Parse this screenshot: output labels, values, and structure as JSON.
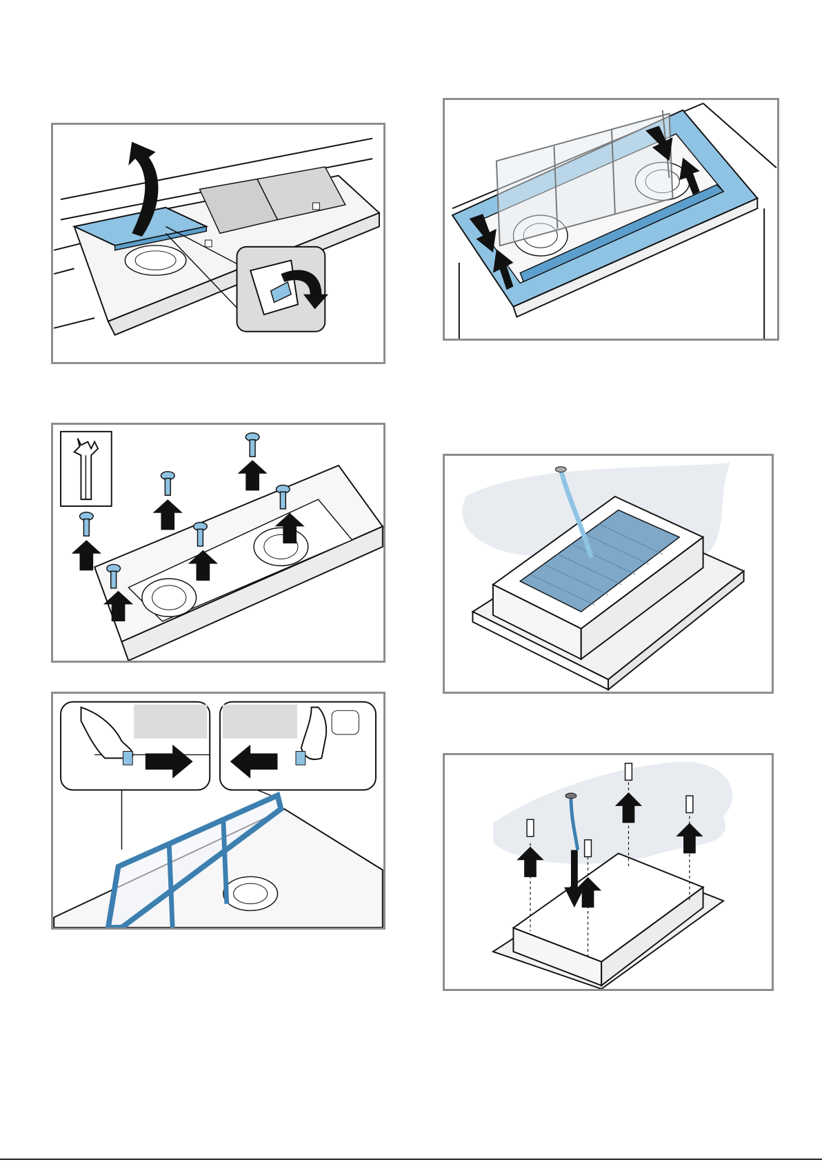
{
  "page": {
    "title": ""
  },
  "figures": [
    {
      "id": "fig-1",
      "subject": "lift-filter-cover",
      "icons": [
        "curved-arrow-up",
        "rotate-arrow"
      ]
    },
    {
      "id": "fig-2",
      "subject": "frame-slide-rails",
      "icons": [
        "arrow-down",
        "arrow-up"
      ]
    },
    {
      "id": "fig-3",
      "subject": "remove-screws-torx",
      "icons": [
        "torx-screwdriver",
        "screw",
        "arrow-up"
      ]
    },
    {
      "id": "fig-4",
      "subject": "unit-with-cable",
      "icons": [
        "cable"
      ]
    },
    {
      "id": "fig-5",
      "subject": "release-filter-frame",
      "icons": [
        "hand",
        "arrow-right",
        "arrow-left"
      ]
    },
    {
      "id": "fig-6",
      "subject": "wall-plugs-mounting",
      "icons": [
        "wall-plug",
        "arrow-up",
        "arrow-down",
        "cable"
      ]
    }
  ],
  "colors": {
    "accent": "#8fc3e3",
    "accent_dark": "#3c7fb0",
    "line": "#111111",
    "frame": "#8d8d8d",
    "panel_grey": "#dcdcdc"
  }
}
